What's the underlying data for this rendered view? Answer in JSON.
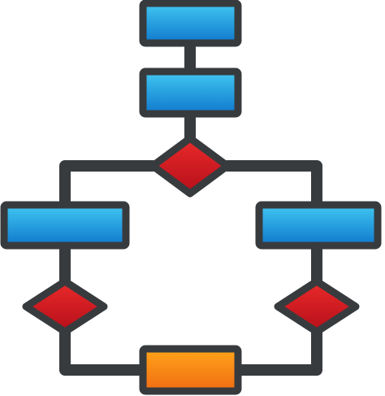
{
  "diagram": {
    "type": "flowchart-icon",
    "nodes": [
      {
        "id": "process-1",
        "shape": "rectangle",
        "fill": "blue"
      },
      {
        "id": "process-2",
        "shape": "rectangle",
        "fill": "blue"
      },
      {
        "id": "decision-1",
        "shape": "diamond",
        "fill": "red"
      },
      {
        "id": "process-left",
        "shape": "rectangle",
        "fill": "blue"
      },
      {
        "id": "process-right",
        "shape": "rectangle",
        "fill": "blue"
      },
      {
        "id": "decision-left",
        "shape": "diamond",
        "fill": "red"
      },
      {
        "id": "decision-right",
        "shape": "diamond",
        "fill": "red"
      },
      {
        "id": "terminal",
        "shape": "rectangle",
        "fill": "orange"
      }
    ],
    "edges": [
      [
        "process-1",
        "process-2"
      ],
      [
        "process-2",
        "decision-1"
      ],
      [
        "decision-1",
        "process-left"
      ],
      [
        "decision-1",
        "process-right"
      ],
      [
        "process-left",
        "decision-left"
      ],
      [
        "process-right",
        "decision-right"
      ],
      [
        "decision-left",
        "terminal"
      ],
      [
        "decision-right",
        "terminal"
      ]
    ]
  },
  "colors": {
    "outline": "#383b3e",
    "blue_top": "#41c7f2",
    "blue_bottom": "#0f78cc",
    "red_top": "#ea2a2a",
    "red_bottom": "#b50f1a",
    "orange_top": "#ffa51a",
    "orange_bottom": "#f06b12",
    "background": "#ffffff"
  }
}
